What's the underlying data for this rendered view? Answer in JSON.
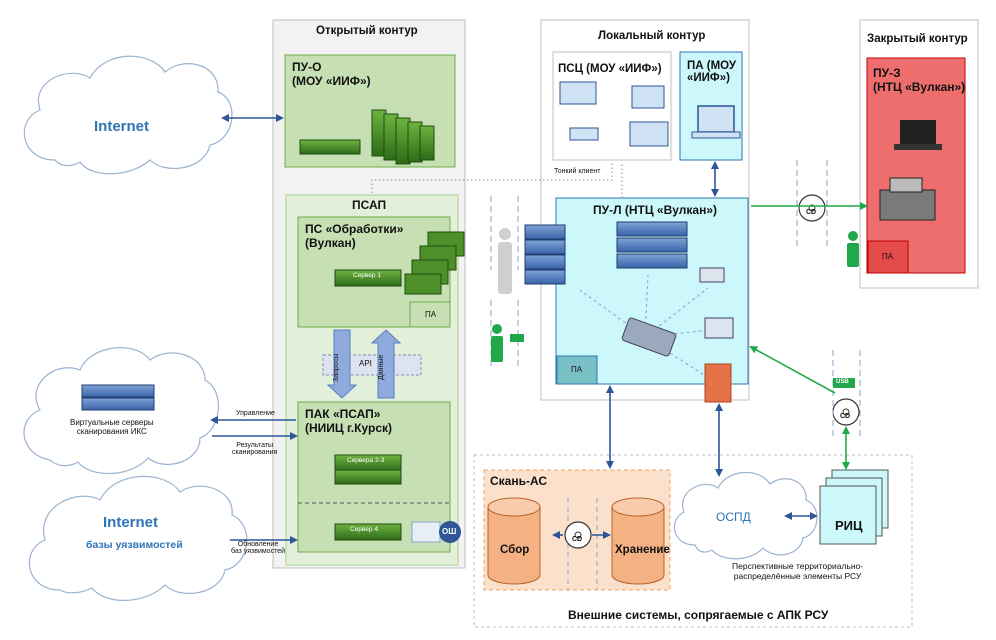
{
  "zones": {
    "open": "Открытый контур",
    "local": "Локальный контур",
    "closed": "Закрытый контур",
    "external": "Внешние системы, сопрягаемые с АПК РСУ"
  },
  "nodes": {
    "pu_o": "ПУ-О\n(МОУ «ИИФ»)",
    "psap": "ПСАП",
    "ps_obr": "ПС «Обработки»\n(Вулкан)",
    "pak": "ПАК «ПСАП»\n(НИИЦ г.Курск)",
    "psc": "ПСЦ (МОУ «ИИФ»)",
    "pa_mou": "ПА (МОУ\n«ИИФ»)",
    "pu_l": "ПУ-Л (НТЦ «Вулкан»)",
    "pu_z": "ПУ-З\n(НТЦ «Вулкан»)",
    "scan_as": "Скань-АС",
    "sbor": "Сбор",
    "hranenie": "Хранение",
    "ospd": "ОСПД",
    "ric": "РИЦ"
  },
  "small_labels": {
    "pa": "ПА",
    "server1": "Сервер 1",
    "servers23": "Сервера 2-3",
    "server4": "Сервер 4",
    "api": "API",
    "zaprosy": "Запросы",
    "dannye": "Данные",
    "osh": "ОШ",
    "cd": "CD",
    "usb": "USB",
    "thin_client": "Тонкий клиент",
    "upravlenie": "Управление",
    "results": "Результаты\nсканирования",
    "update": "Обновление\nбаз уязвимостей",
    "virtual": "Виртуальные серверы\nсканирования ИКС",
    "perspective": "Перспективные территориально-\nраспределённые элементы РСУ"
  },
  "clouds": {
    "internet_top": "Internet",
    "internet_bottom": "Internet",
    "internet_bottom_sub": "базы уязвимостей"
  },
  "colors": {
    "open_bg": "#f2f2f2",
    "green_box": "#c6e0b4",
    "green_light": "#e2efda",
    "cyan_box": "#ccf7fb",
    "red_box": "#ee6e6e",
    "orange_box": "#fbe0cc",
    "orange_db": "#f4b183",
    "arrow_blue": "#2e5597",
    "arrow_green": "#21a84a"
  }
}
